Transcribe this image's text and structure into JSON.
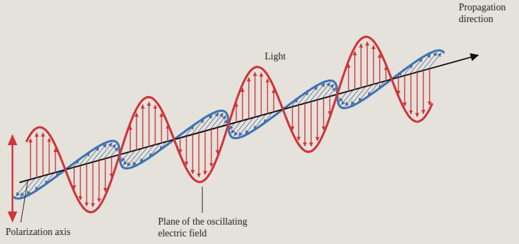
{
  "diagram": {
    "labels": [
      "Propagation direction",
      "Light",
      "Polarization axis",
      "Plane of the oscillating electric field"
    ]
  }
}
